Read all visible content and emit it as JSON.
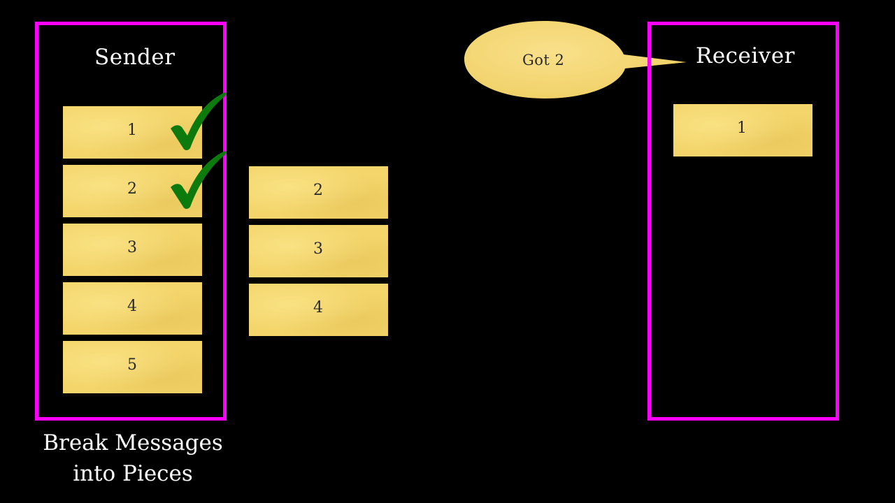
{
  "sender": {
    "title": "Sender",
    "pieces": [
      "1",
      "2",
      "3",
      "4",
      "5"
    ],
    "acknowledged": [
      "1",
      "2"
    ]
  },
  "in_transit": {
    "pieces": [
      "2",
      "3",
      "4"
    ]
  },
  "receiver": {
    "title": "Receiver",
    "pieces": [
      "1"
    ],
    "speech_bubble": "Got 2"
  },
  "caption": {
    "line1": "Break Messages",
    "line2": "into Pieces"
  },
  "colors": {
    "panel_border": "#ff00ff",
    "piece_fill": "#f3d56b",
    "checkmark": "#0c7a0c",
    "background": "#000000"
  }
}
